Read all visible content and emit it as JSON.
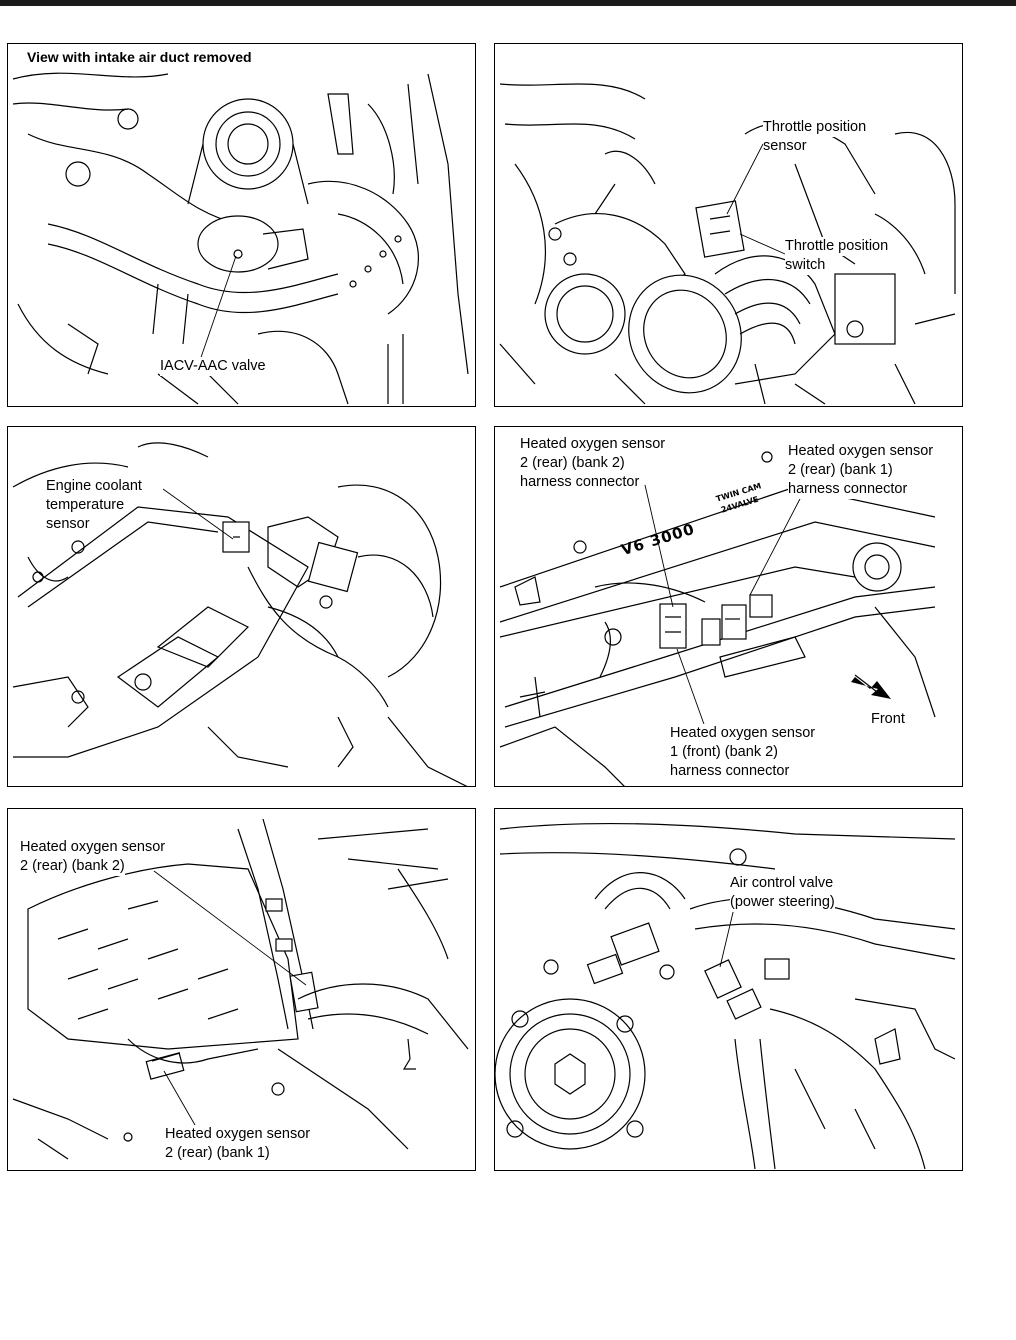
{
  "panels": {
    "p1": {
      "title": "View with intake air duct removed",
      "labels": {
        "iacv": "IACV-AAC valve"
      }
    },
    "p2": {
      "labels": {
        "tps_1": "Throttle position",
        "tps_2": "sensor",
        "tpsw_1": "Throttle position",
        "tpsw_2": "switch"
      }
    },
    "p3": {
      "labels": {
        "ect_1": "Engine coolant",
        "ect_2": "temperature",
        "ect_3": "sensor"
      }
    },
    "p4": {
      "engine_badge": "V6 3000",
      "engine_badge_small_1": "TWIN CAM",
      "engine_badge_small_2": "24VALVE",
      "labels": {
        "hos_b2_1": "Heated oxygen sensor",
        "hos_b2_2": "2 (rear) (bank 2)",
        "hos_b2_3": "harness connector",
        "hos_b1_1": "Heated oxygen sensor",
        "hos_b1_2": "2 (rear) (bank 1)",
        "hos_b1_3": "harness connector",
        "hos_front_1": "Heated oxygen sensor",
        "hos_front_2": "1 (front) (bank 2)",
        "hos_front_3": "harness connector",
        "front": "Front"
      }
    },
    "p5": {
      "labels": {
        "hos_b2_1": "Heated oxygen sensor",
        "hos_b2_2": "2 (rear) (bank 2)",
        "hos_b1_1": "Heated oxygen sensor",
        "hos_b1_2": "2 (rear) (bank 1)"
      }
    },
    "p6": {
      "labels": {
        "acv_1": "Air control valve",
        "acv_2": "(power steering)"
      }
    }
  }
}
